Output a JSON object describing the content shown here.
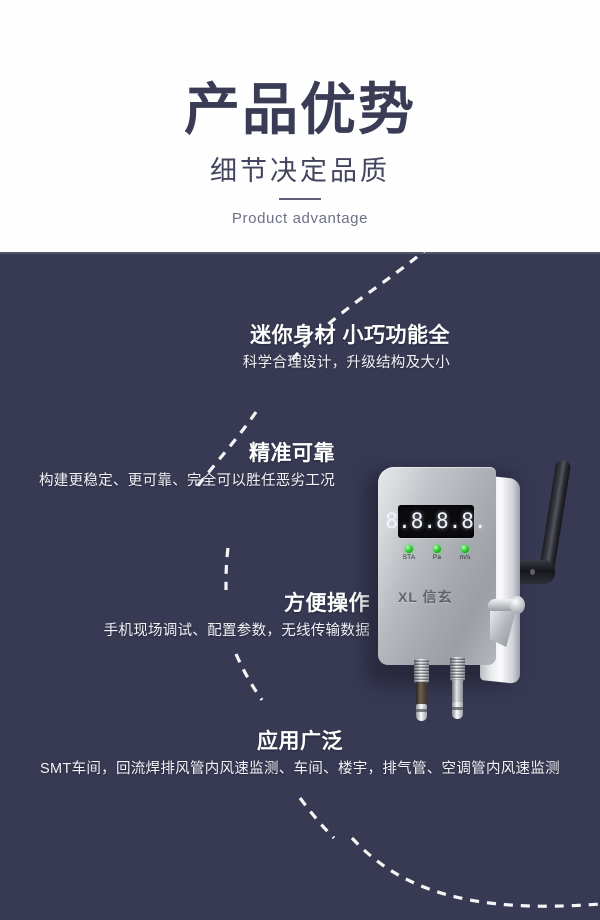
{
  "header": {
    "title": "产品优势",
    "subtitle": "细节决定品质",
    "english": "Product advantage"
  },
  "theme": {
    "panel_background": "#383a54",
    "title_color": "#3a3c56",
    "text_color": "#ffffff",
    "led_color": "#35d13a"
  },
  "features": [
    {
      "title": "迷你身材 小巧功能全",
      "desc": "科学合理设计，升级结构及大小"
    },
    {
      "title": "精准可靠",
      "desc": "构建更稳定、更可靠、完全可以胜任恶劣工况"
    },
    {
      "title": "方便操作",
      "desc": "手机现场调试、配置参数，无线传输数据"
    },
    {
      "title": "应用广泛",
      "desc": "SMT车间，回流焊排风管内风速监测、车间、楼宇，排气管、空调管内风速监测"
    }
  ],
  "device": {
    "display_value": "8.8.8.8.",
    "leds": [
      {
        "label": "STA"
      },
      {
        "label": "Pa"
      },
      {
        "label": "m/s"
      }
    ],
    "brand": "XL 信玄"
  }
}
